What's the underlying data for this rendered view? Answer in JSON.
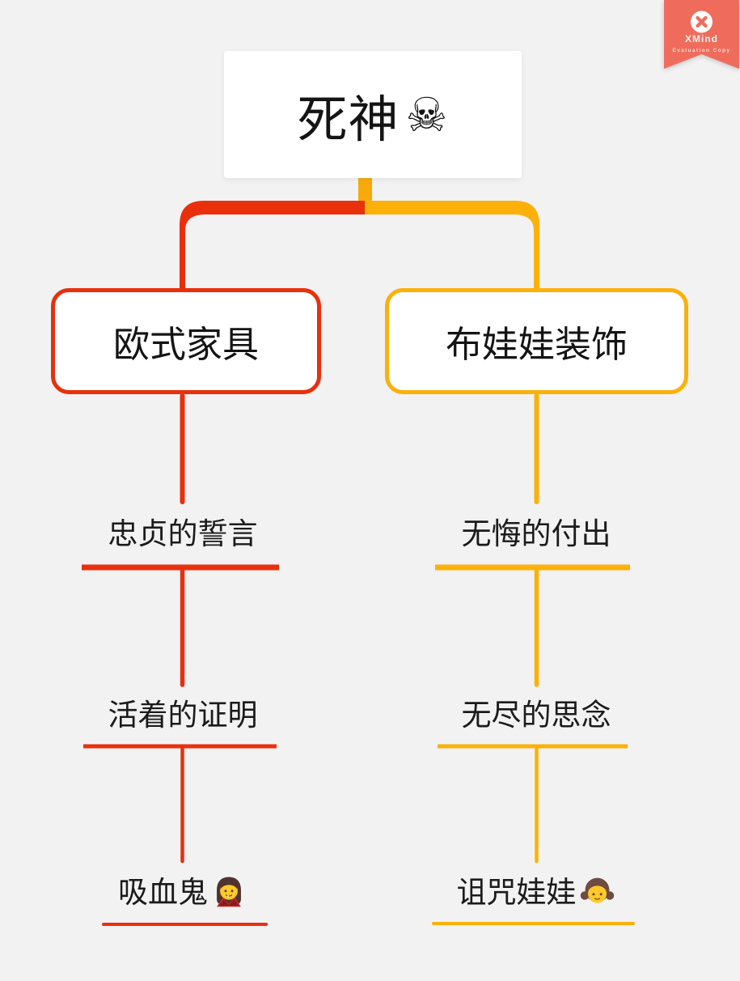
{
  "watermark": {
    "brand": "XMind",
    "subtitle": "Evaluation Copy",
    "ribbon_color": "#EF6C5C"
  },
  "colors": {
    "background": "#F2F2F3",
    "left_branch": "#E9300D",
    "right_branch": "#FBB10A",
    "trunk_stub": "#F8A90C",
    "topic_text": "#1B1B1B",
    "root_background": "#FFFFFF"
  },
  "mindmap": {
    "root": {
      "label": "死神",
      "emoji": "skull-crossbones-emoji",
      "emoji_char": "☠"
    },
    "branches": [
      {
        "side": "left",
        "label": "欧式家具",
        "color": "#E9300D",
        "children": [
          {
            "label": "忠贞的誓言"
          },
          {
            "label": "活着的证明"
          },
          {
            "label": "吸血鬼",
            "emoji": "woman-vampire-emoji"
          }
        ]
      },
      {
        "side": "right",
        "label": "布娃娃装饰",
        "color": "#FBB10A",
        "children": [
          {
            "label": "无悔的付出"
          },
          {
            "label": "无尽的思念"
          },
          {
            "label": "诅咒娃娃",
            "emoji": "girl-emoji"
          }
        ]
      }
    ]
  }
}
